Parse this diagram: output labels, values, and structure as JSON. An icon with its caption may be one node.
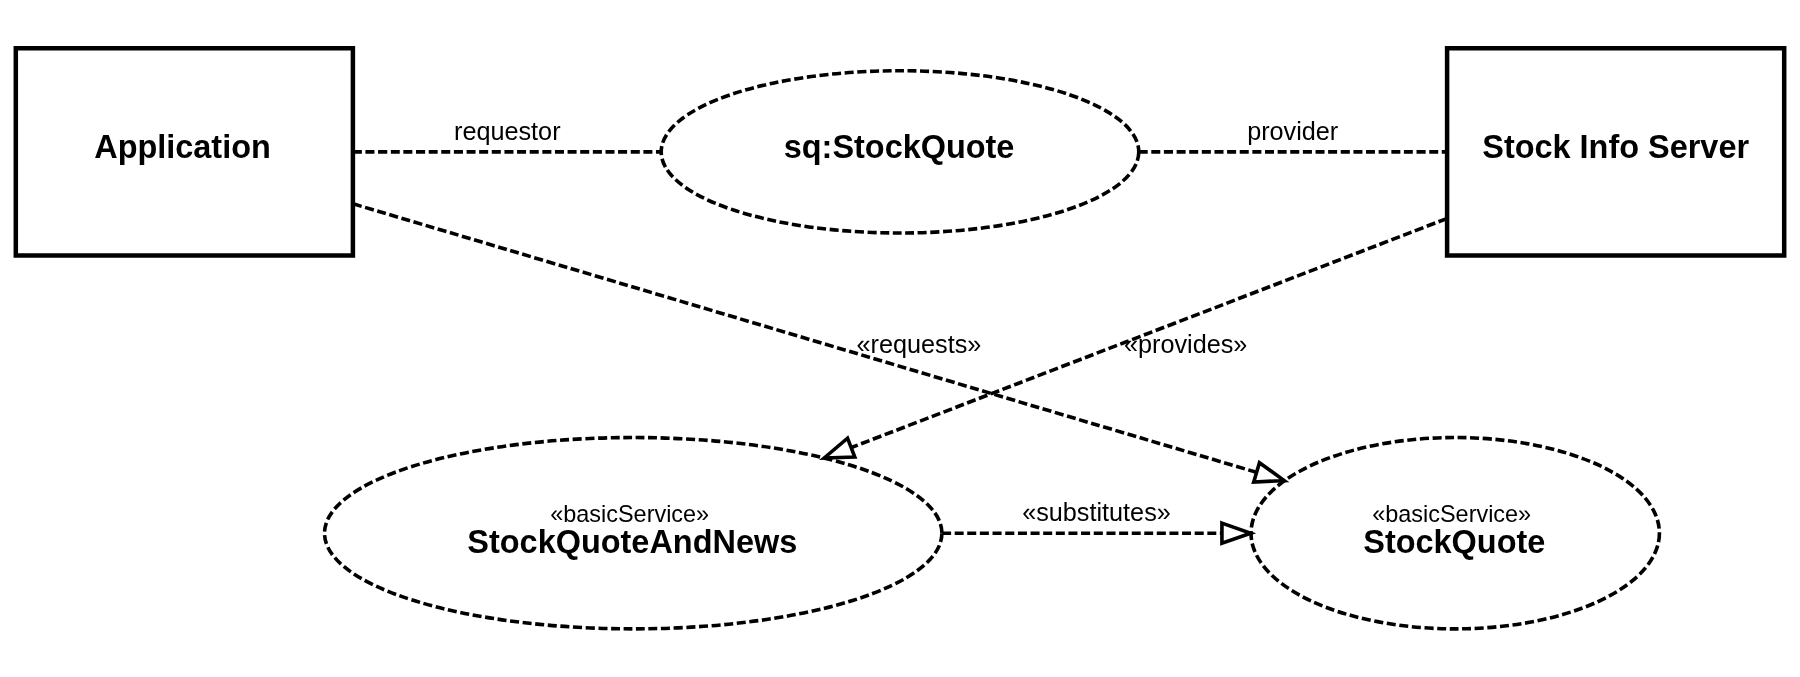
{
  "diagram": {
    "nodes": [
      {
        "text": [
          "Application"
        ]
      },
      {
        "text": [
          "sq:StockQuote"
        ]
      },
      {
        "text": [
          "Stock Info Server"
        ]
      },
      {
        "text": [
          "«basicService»",
          "StockQuote"
        ]
      },
      {
        "text": [
          "«basicService»",
          "StockQuoteAndNews"
        ]
      }
    ],
    "edges": [
      {
        "from": 0,
        "to": 1,
        "arrow": "none",
        "style": "dashed",
        "label": "requestor"
      },
      {
        "from": 1,
        "to": 2,
        "arrow": "none",
        "style": "dashed",
        "label": "provider"
      },
      {
        "from": 0,
        "to": 3,
        "arrow": "to",
        "style": "dashed",
        "label": "«requests»"
      },
      {
        "from": 2,
        "to": 4,
        "arrow": "to",
        "style": "dashed",
        "label": "«provides»"
      },
      {
        "from": 4,
        "to": 3,
        "arrow": "to",
        "style": "dashed",
        "label": "«substitutes»"
      }
    ]
  }
}
